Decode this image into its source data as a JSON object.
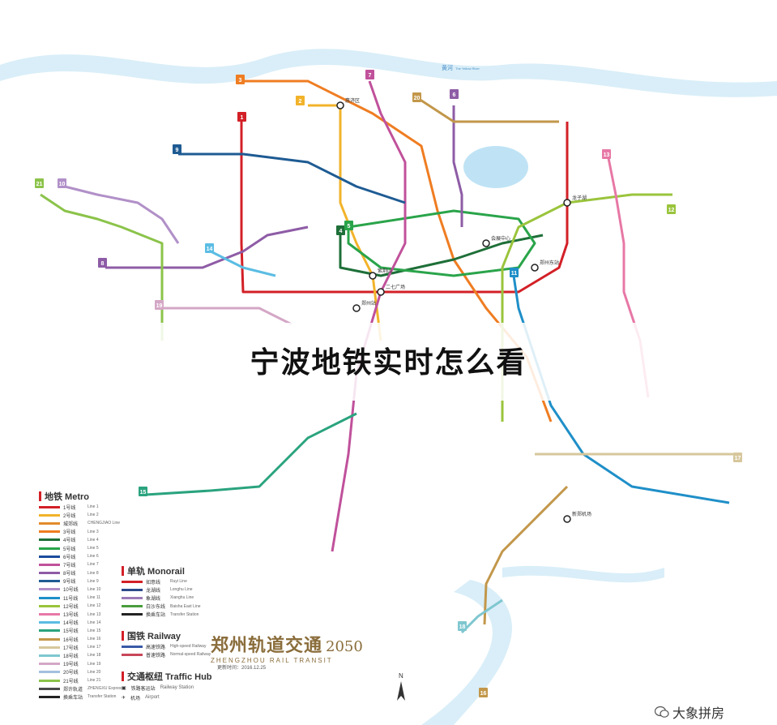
{
  "banner": {
    "title": "宁波地铁实时怎么看"
  },
  "poster": {
    "title_cn": "郑州轨道交通",
    "title_year": "2050",
    "title_en": "ZHENGZHOU RAIL TRANSIT",
    "date_label": "更新时间：2016.12.25"
  },
  "watermark": {
    "text": "大象拼房"
  },
  "river": {
    "name_cn": "黄河",
    "name_en": "The Yellow River"
  },
  "legend": {
    "metro_title": "地铁 Metro",
    "metro_lines": [
      {
        "name": "1号线",
        "en": "Line 1",
        "color": "#d32027"
      },
      {
        "name": "2号线",
        "en": "Line 2",
        "color": "#f2b32a"
      },
      {
        "name": "城郊线",
        "en": "CHENGJIAO Line",
        "color": "#e38b2b"
      },
      {
        "name": "3号线",
        "en": "Line 3",
        "color": "#ef7d22"
      },
      {
        "name": "4号线",
        "en": "Line 4",
        "color": "#1e6f38"
      },
      {
        "name": "5号线",
        "en": "Line 5",
        "color": "#2aa44a"
      },
      {
        "name": "6号线",
        "en": "Line 6",
        "color": "#1b4c9c"
      },
      {
        "name": "7号线",
        "en": "Line 7",
        "color": "#c0519b"
      },
      {
        "name": "8号线",
        "en": "Line 8",
        "color": "#8e5ca6"
      },
      {
        "name": "9号线",
        "en": "Line 9",
        "color": "#1e5b93"
      },
      {
        "name": "10号线",
        "en": "Line 10",
        "color": "#b190c8"
      },
      {
        "name": "11号线",
        "en": "Line 11",
        "color": "#1f8fc8"
      },
      {
        "name": "12号线",
        "en": "Line 12",
        "color": "#9ac43c"
      },
      {
        "name": "13号线",
        "en": "Line 13",
        "color": "#e778a6"
      },
      {
        "name": "14号线",
        "en": "Line 14",
        "color": "#5bbde3"
      },
      {
        "name": "15号线",
        "en": "Line 15",
        "color": "#2aa37e"
      },
      {
        "name": "16号线",
        "en": "Line 16",
        "color": "#c2974a"
      },
      {
        "name": "17号线",
        "en": "Line 17",
        "color": "#d6c79c"
      },
      {
        "name": "18号线",
        "en": "Line 18",
        "color": "#7fc7d0"
      },
      {
        "name": "19号线",
        "en": "Line 19",
        "color": "#d4a7c6"
      },
      {
        "name": "20号线",
        "en": "Line 20",
        "color": "#a4c0e0"
      },
      {
        "name": "21号线",
        "en": "Line 21",
        "color": "#8bc34a"
      },
      {
        "name": "郑许轨道",
        "en": "ZHENGXU Express",
        "color": "#4a4a4a"
      },
      {
        "name": "换乘车站",
        "en": "Transfer Station",
        "color": "#222222"
      }
    ],
    "monorail_title": "单轨 Monorail",
    "monorail_lines": [
      {
        "name": "如意线",
        "en": "Ruyi Line",
        "color": "#d32027"
      },
      {
        "name": "龙湖线",
        "en": "Longhu Line",
        "color": "#2b4a8a"
      },
      {
        "name": "象湖线",
        "en": "Xianghu Line",
        "color": "#9c7bb8"
      },
      {
        "name": "白沙东线",
        "en": "Baisha East Line",
        "color": "#4a9c3d"
      },
      {
        "name": "换乘车站",
        "en": "Transfer Station",
        "color": "#222222"
      }
    ],
    "railway_title": "国铁 Railway",
    "railway_lines": [
      {
        "name": "高速铁路",
        "en": "High-speed Railway",
        "color": "#3a5aa8"
      },
      {
        "name": "普速铁路",
        "en": "Normal-speed Railway",
        "color": "#c8475a"
      }
    ],
    "hub_title": "交通枢纽 Traffic Hub",
    "hub_items": [
      {
        "name": "铁路客运站",
        "en": "Railway Station"
      },
      {
        "name": "机场",
        "en": "Airport"
      }
    ]
  },
  "line_badges": [
    {
      "num": "1",
      "color": "#d32027"
    },
    {
      "num": "2",
      "color": "#f2b32a"
    },
    {
      "num": "3",
      "color": "#ef7d22"
    },
    {
      "num": "4",
      "color": "#1e6f38"
    },
    {
      "num": "5",
      "color": "#2aa44a"
    },
    {
      "num": "6",
      "color": "#8e5ca6"
    },
    {
      "num": "7",
      "color": "#c0519b"
    },
    {
      "num": "8",
      "color": "#8e5ca6"
    },
    {
      "num": "9",
      "color": "#1e5b93"
    },
    {
      "num": "10",
      "color": "#b190c8"
    },
    {
      "num": "11",
      "color": "#1f8fc8"
    },
    {
      "num": "12",
      "color": "#9ac43c"
    },
    {
      "num": "13",
      "color": "#e778a6"
    },
    {
      "num": "14",
      "color": "#5bbde3"
    },
    {
      "num": "15",
      "color": "#2aa37e"
    },
    {
      "num": "16",
      "color": "#c2974a"
    },
    {
      "num": "17",
      "color": "#d6c79c"
    },
    {
      "num": "18",
      "color": "#7fc7d0"
    },
    {
      "num": "19",
      "color": "#d4a7c6"
    },
    {
      "num": "20",
      "color": "#c2974a"
    },
    {
      "num": "21",
      "color": "#8bc34a"
    }
  ],
  "stations": [
    "紫荆山",
    "二七广场",
    "郑州站",
    "郑州东站",
    "会展中心",
    "新郑机场",
    "龙子湖",
    "惠济区"
  ]
}
